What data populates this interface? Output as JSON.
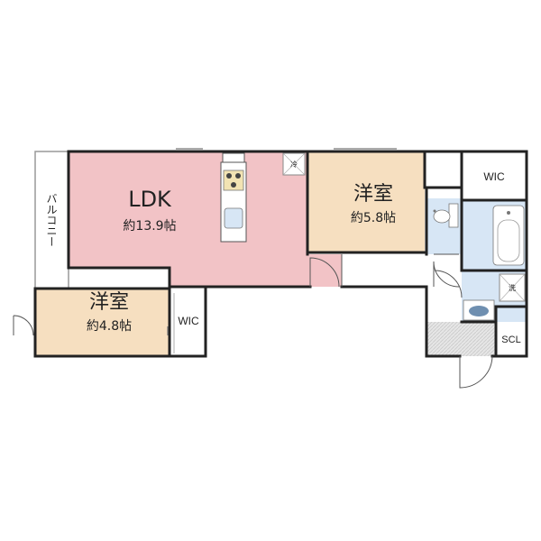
{
  "colors": {
    "ldk_fill": "#f2c3c6",
    "bedroom_fill": "#f6dfc0",
    "wet_area_fill": "#d7e6f5",
    "entrance_fill": "#e2e2e2",
    "wall": "#222222",
    "background": "#ffffff"
  },
  "rooms": {
    "ldk": {
      "name": "LDK",
      "size": "約13.9帖"
    },
    "bedroom_upper": {
      "name": "洋室",
      "size": "約5.8帖"
    },
    "bedroom_lower": {
      "name": "洋室",
      "size": "約4.8帖"
    }
  },
  "labels": {
    "balcony": "バルコニー",
    "wic_upper": "WIC",
    "wic_lower": "WIC",
    "scl": "SCL",
    "fridge": "冷",
    "washer": "洗"
  },
  "icons": [
    "stove-icon",
    "sink-icon",
    "toilet-icon",
    "bathtub-icon",
    "washbasin-icon",
    "washer-icon",
    "fridge-icon"
  ]
}
